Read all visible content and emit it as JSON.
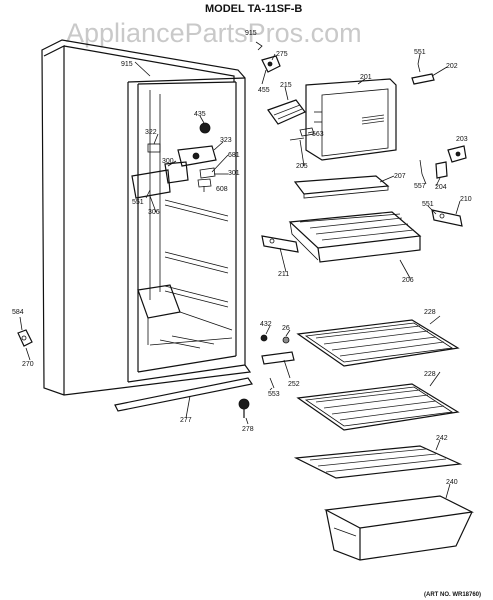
{
  "title": "MODEL TA-11SF-B",
  "watermark": "AppliancePartsPros.com",
  "art_number": "(ART NO. WR18760)",
  "callouts": [
    {
      "id": "c915a",
      "label": "915"
    },
    {
      "id": "c275",
      "label": "275"
    },
    {
      "id": "c455",
      "label": "455"
    },
    {
      "id": "c915b",
      "label": "915"
    },
    {
      "id": "c215",
      "label": "215"
    },
    {
      "id": "c201",
      "label": "201"
    },
    {
      "id": "c551a",
      "label": "551"
    },
    {
      "id": "c202",
      "label": "202"
    },
    {
      "id": "c435",
      "label": "435"
    },
    {
      "id": "c322",
      "label": "322"
    },
    {
      "id": "c323",
      "label": "323"
    },
    {
      "id": "c563",
      "label": "563"
    },
    {
      "id": "c203",
      "label": "203"
    },
    {
      "id": "c300",
      "label": "300"
    },
    {
      "id": "c681",
      "label": "681"
    },
    {
      "id": "c301",
      "label": "301"
    },
    {
      "id": "c205",
      "label": "205"
    },
    {
      "id": "c608",
      "label": "608"
    },
    {
      "id": "c207",
      "label": "207"
    },
    {
      "id": "c557",
      "label": "557"
    },
    {
      "id": "c204",
      "label": "204"
    },
    {
      "id": "c551b",
      "label": "551"
    },
    {
      "id": "c306",
      "label": "306"
    },
    {
      "id": "c551c",
      "label": "551"
    },
    {
      "id": "c210",
      "label": "210"
    },
    {
      "id": "c206",
      "label": "206"
    },
    {
      "id": "c211",
      "label": "211"
    },
    {
      "id": "c584",
      "label": "584"
    },
    {
      "id": "c270",
      "label": "270"
    },
    {
      "id": "c228a",
      "label": "228"
    },
    {
      "id": "c432",
      "label": "432"
    },
    {
      "id": "c26",
      "label": "26"
    },
    {
      "id": "c252",
      "label": "252"
    },
    {
      "id": "c228b",
      "label": "228"
    },
    {
      "id": "c553",
      "label": "553"
    },
    {
      "id": "c277",
      "label": "277"
    },
    {
      "id": "c278",
      "label": "278"
    },
    {
      "id": "c242",
      "label": "242"
    },
    {
      "id": "c240",
      "label": "240"
    }
  ]
}
